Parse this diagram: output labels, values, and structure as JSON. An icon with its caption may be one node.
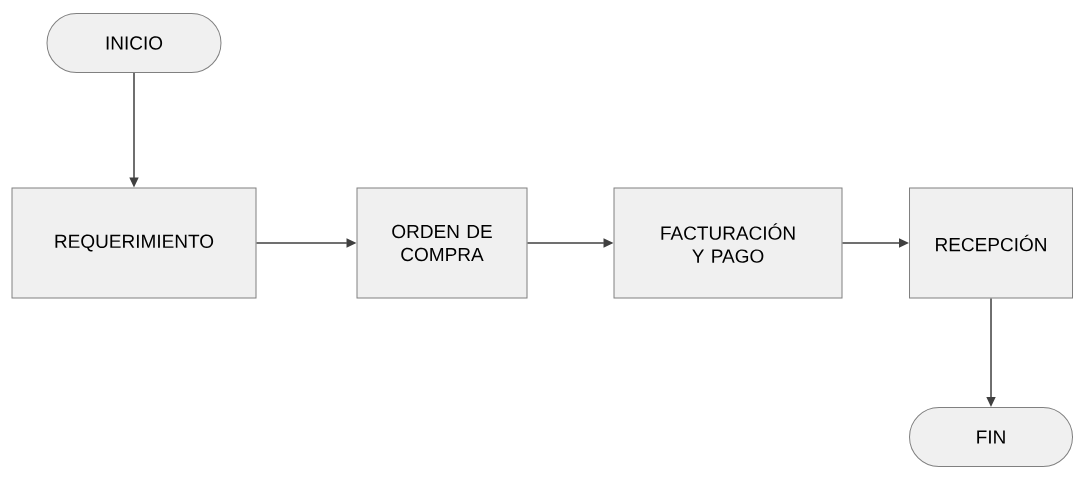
{
  "diagram": {
    "nodes": [
      {
        "text": [
          "INICIO"
        ]
      },
      {
        "text": [
          "REQUERIMIENTO"
        ]
      },
      {
        "text": [
          "ORDEN DE COMPRA"
        ]
      },
      {
        "text": [
          "FACTURACIÓN Y PAGO"
        ]
      },
      {
        "text": [
          "RECEPCIÓN"
        ]
      },
      {
        "text": [
          "FIN"
        ]
      }
    ],
    "edges": [
      {
        "from": 0,
        "to": 1,
        "arrow": "to"
      },
      {
        "from": 1,
        "to": 2,
        "arrow": "to"
      },
      {
        "from": 2,
        "to": 3,
        "arrow": "to"
      },
      {
        "from": 3,
        "to": 4,
        "arrow": "to"
      },
      {
        "from": 4,
        "to": 5,
        "arrow": "to"
      }
    ]
  }
}
